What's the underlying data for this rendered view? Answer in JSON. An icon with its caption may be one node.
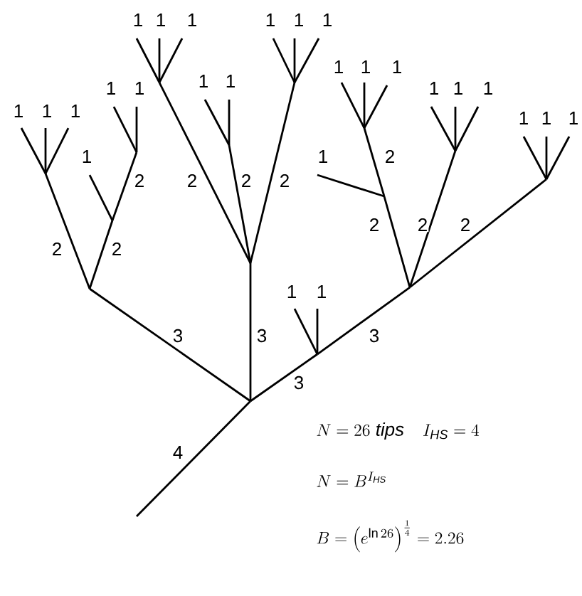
{
  "diagram": {
    "labels": [
      "1",
      "1",
      "1",
      "1",
      "1",
      "1",
      "1",
      "1",
      "1",
      "1",
      "1",
      "1",
      "1",
      "1",
      "1",
      "1",
      "1",
      "1",
      "1",
      "1",
      "1",
      "1",
      "1",
      "1",
      "2",
      "2",
      "2",
      "2",
      "2",
      "2",
      "2",
      "2",
      "2",
      "2",
      "1",
      "1",
      "3",
      "3",
      "3",
      "3",
      "N = 26\\ \\mathit{tips}\\quad I_{\\mathit{HS}} = 4",
      "4",
      "N = B^{I_{\\mathit{HS}}}",
      "B = \\left(e^{\\ln 26}\\right)^{\\frac{1}{4}} = 2.26"
    ]
  }
}
